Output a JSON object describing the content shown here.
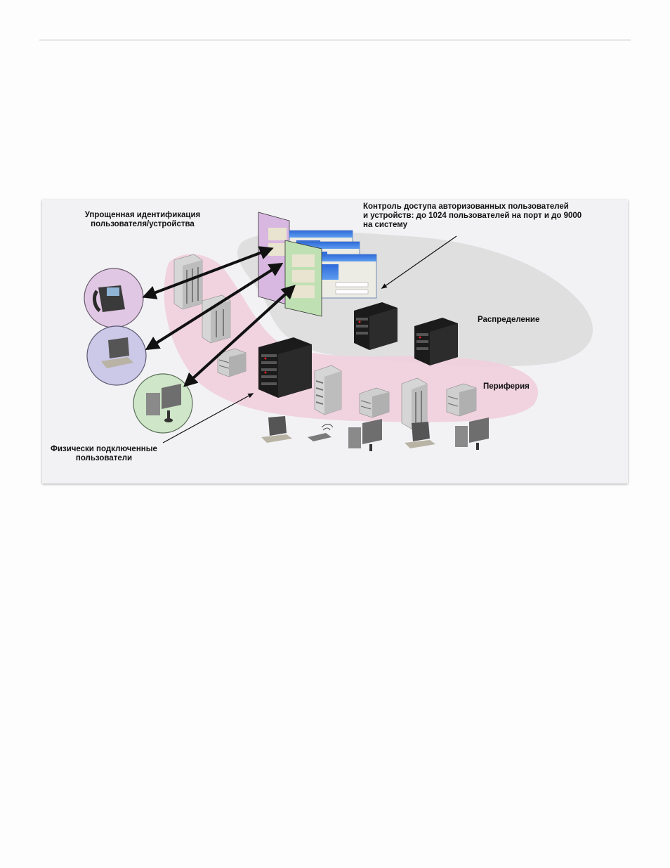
{
  "figure": {
    "labels": {
      "identification": [
        "Упрощенная идентификация",
        "пользователя/устройства"
      ],
      "access_control": [
        "Контроль доступа авторизованных пользователей",
        "и устройств: до 1024 пользователей на порт и до 9000",
        "на систему"
      ],
      "distribution": "Распределение",
      "edge": "Периферия",
      "physical": [
        "Физически подключенные",
        "пользователи"
      ]
    },
    "colors": {
      "edge_zone": "#efcfdc",
      "distribution_zone": "#dcdcdc",
      "phone_circle": "#e0c7e3",
      "laptop_circle": "#ccc8e8",
      "desktop_circle": "#cfe6c8",
      "arrow": "#111111"
    },
    "icons": [
      "ip-phone-icon",
      "laptop-icon",
      "desktop-pc-icon",
      "chassis-switch-icon",
      "stackable-switch-icon",
      "tower-server-icon",
      "login-window-icon",
      "wireless-device-icon"
    ]
  }
}
